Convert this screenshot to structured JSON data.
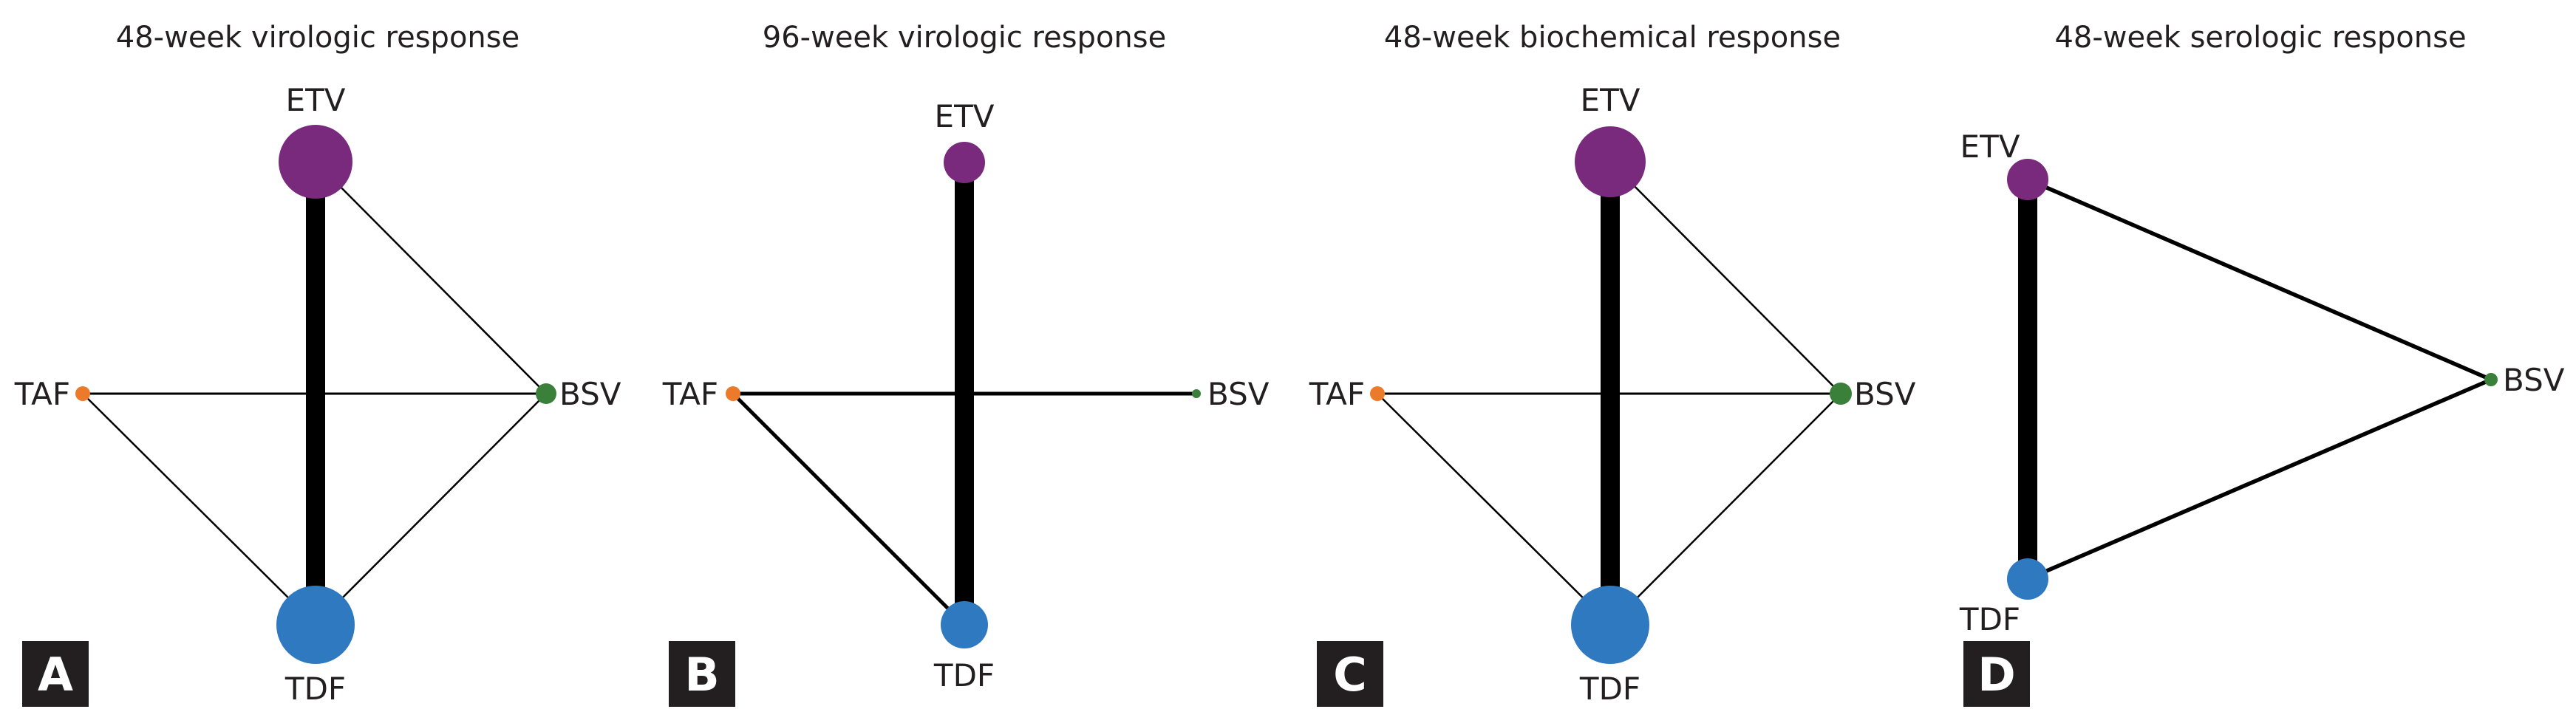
{
  "colors": {
    "ETV": "#7a2a7d",
    "TDF": "#2e79bf",
    "TAF": "#eb7a2b",
    "BSV": "#3a803a",
    "edge": "#000000",
    "panel_box": "#231f20"
  },
  "panels": [
    {
      "letter": "A",
      "title": "48-week virologic response",
      "nodes": [
        {
          "id": "ETV",
          "label": "ETV",
          "size": 50
        },
        {
          "id": "TDF",
          "label": "TDF",
          "size": 53
        },
        {
          "id": "TAF",
          "label": "TAF",
          "size": 10
        },
        {
          "id": "BSV",
          "label": "BSV",
          "size": 14
        }
      ],
      "edges": [
        {
          "from": "ETV",
          "to": "TDF",
          "weight": 26
        },
        {
          "from": "ETV",
          "to": "BSV",
          "weight": 2.5
        },
        {
          "from": "TAF",
          "to": "BSV",
          "weight": 3
        },
        {
          "from": "TAF",
          "to": "TDF",
          "weight": 2.5
        },
        {
          "from": "BSV",
          "to": "TDF",
          "weight": 2.5
        }
      ]
    },
    {
      "letter": "B",
      "title": "96-week virologic response",
      "nodes": [
        {
          "id": "ETV",
          "label": "ETV",
          "size": 28
        },
        {
          "id": "TDF",
          "label": "TDF",
          "size": 32
        },
        {
          "id": "TAF",
          "label": "TAF",
          "size": 10
        },
        {
          "id": "BSV",
          "label": "BSV",
          "size": 6
        }
      ],
      "edges": [
        {
          "from": "ETV",
          "to": "TDF",
          "weight": 26
        },
        {
          "from": "TAF",
          "to": "BSV",
          "weight": 5
        },
        {
          "from": "TAF",
          "to": "TDF",
          "weight": 5
        }
      ]
    },
    {
      "letter": "C",
      "title": "48-week biochemical response",
      "nodes": [
        {
          "id": "ETV",
          "label": "ETV",
          "size": 48
        },
        {
          "id": "TDF",
          "label": "TDF",
          "size": 53
        },
        {
          "id": "TAF",
          "label": "TAF",
          "size": 10
        },
        {
          "id": "BSV",
          "label": "BSV",
          "size": 15
        }
      ],
      "edges": [
        {
          "from": "ETV",
          "to": "TDF",
          "weight": 26
        },
        {
          "from": "ETV",
          "to": "BSV",
          "weight": 2.5
        },
        {
          "from": "TAF",
          "to": "BSV",
          "weight": 3
        },
        {
          "from": "TAF",
          "to": "TDF",
          "weight": 2.5
        },
        {
          "from": "BSV",
          "to": "TDF",
          "weight": 2.5
        }
      ]
    },
    {
      "letter": "D",
      "title": "48-week serologic response",
      "nodes": [
        {
          "id": "ETV",
          "label": "ETV",
          "size": 28
        },
        {
          "id": "TDF",
          "label": "TDF",
          "size": 28
        },
        {
          "id": "BSV",
          "label": "BSV",
          "size": 9
        }
      ],
      "edges": [
        {
          "from": "ETV",
          "to": "TDF",
          "weight": 26
        },
        {
          "from": "ETV",
          "to": "BSV",
          "weight": 5.5
        },
        {
          "from": "BSV",
          "to": "TDF",
          "weight": 5.5
        }
      ]
    }
  ]
}
